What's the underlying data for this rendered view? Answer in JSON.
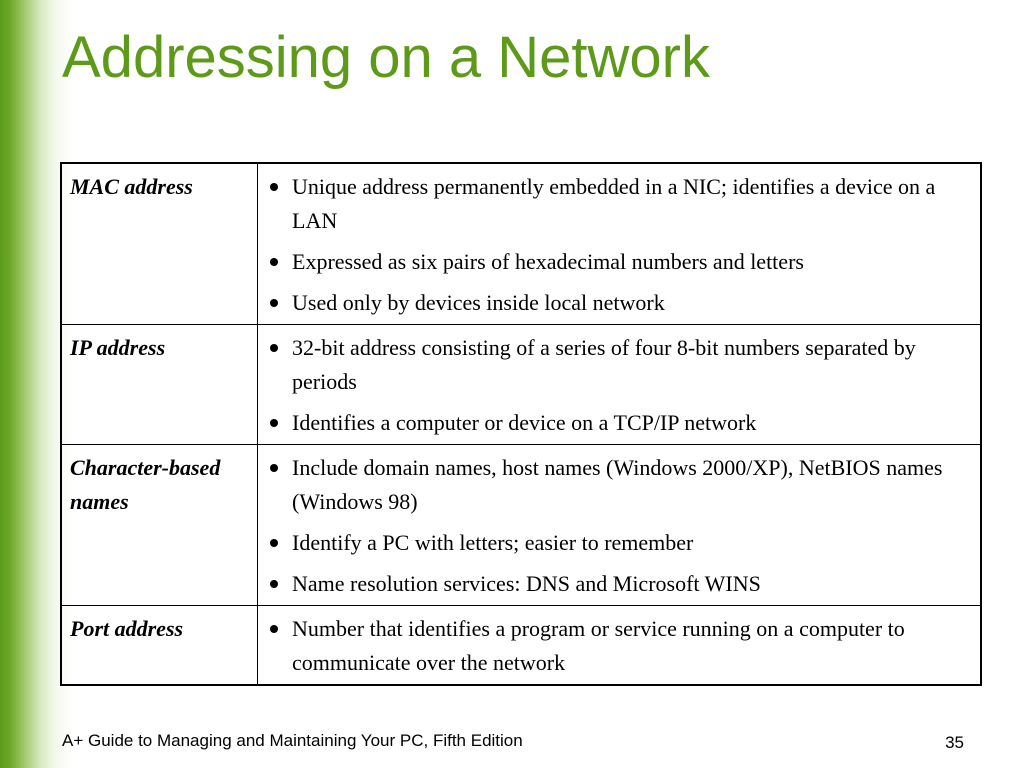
{
  "slide": {
    "title": "Addressing on a Network",
    "footer": "A+ Guide to Managing and Maintaining Your PC, Fifth Edition",
    "page_number": "35"
  },
  "table": {
    "rows": [
      {
        "term": "MAC address",
        "bullets": [
          "Unique address permanently embedded in a NIC; identifies a device on a LAN",
          "Expressed as six pairs of hexadecimal numbers and letters",
          "Used only by devices inside local network"
        ]
      },
      {
        "term": "IP address",
        "bullets": [
          "32-bit address consisting of a series of four 8-bit numbers separated by periods",
          "Identifies a computer or device on a TCP/IP network"
        ]
      },
      {
        "term": "Character-based names",
        "bullets": [
          "Include domain names, host names (Windows 2000/XP), NetBIOS names (Windows 98)",
          "Identify a PC with letters; easier to remember",
          "Name resolution services: DNS and Microsoft WINS"
        ]
      },
      {
        "term": "Port address",
        "bullets": [
          "Number that identifies a program or service running on a computer to communicate over the network"
        ]
      }
    ]
  },
  "colors": {
    "title": "#5e9a1a",
    "side_band": "#5c9a1c",
    "text": "#000000",
    "background": "#ffffff"
  }
}
